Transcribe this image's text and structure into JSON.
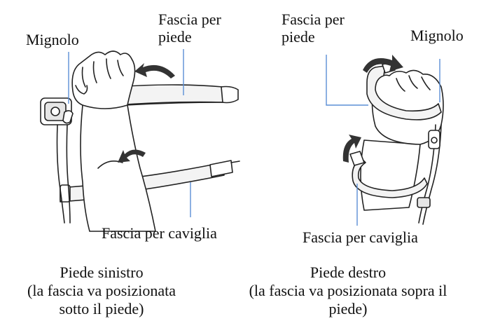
{
  "left_panel": {
    "label_little_toe": "Mignolo",
    "label_foot_strap_line1": "Fascia per",
    "label_foot_strap_line2": "piede",
    "label_ankle_strap": "Fascia per caviglia",
    "caption_line1": "Piede sinistro",
    "caption_line2": "(la fascia va posizionata",
    "caption_line3": "sotto il piede)"
  },
  "right_panel": {
    "label_foot_strap_line1": "Fascia per",
    "label_foot_strap_line2": "piede",
    "label_little_toe": "Mignolo",
    "label_ankle_strap": "Fascia per caviglia",
    "caption_line1": "Piede destro",
    "caption_line2": "(la fascia va posizionata sopra il",
    "caption_line3": "piede)"
  },
  "colors": {
    "line": "#222222",
    "leader": "#5b8fd6",
    "arrow": "#333333",
    "fill": "#ffffff",
    "strap_fill": "#f3f3f3"
  }
}
